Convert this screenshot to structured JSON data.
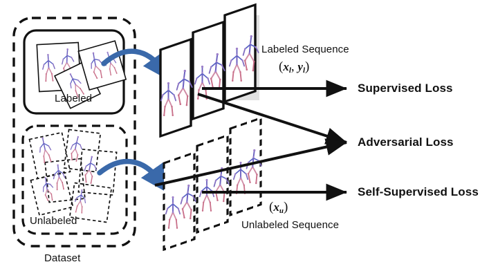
{
  "figure": {
    "kind": "semi-supervised-training-diagram",
    "background": "#ffffff"
  },
  "colors": {
    "stroke": "#111111",
    "arrow_blue": "#3a69aa",
    "skeleton_blue": "#5b5fc0",
    "skeleton_purple": "#8a6bbf",
    "skeleton_pink": "#d98ba8",
    "skeleton_red": "#c25a6a",
    "panel_fill": "#ffffff",
    "shadow": "#b5b5b5"
  },
  "dataset": {
    "outer_label": "Dataset",
    "labeled_label": "Labeled",
    "unlabeled_label": "Unlabeled",
    "labeled_card_count": 3,
    "unlabeled_card_count": 6
  },
  "sequences": {
    "labeled": {
      "caption": "Labeled Sequence",
      "notation_open": "(",
      "notation_x": "x",
      "notation_x_sub": "l",
      "notation_comma": ", ",
      "notation_y": "y",
      "notation_y_sub": "l",
      "notation_close": ")",
      "frame_count": 3,
      "border_style": "solid"
    },
    "unlabeled": {
      "caption": "Unlabeled Sequence",
      "notation_open": "(",
      "notation_x": "x",
      "notation_x_sub": "u",
      "notation_close": ")",
      "frame_count": 3,
      "border_style": "dashed"
    }
  },
  "losses": [
    {
      "id": "supervised",
      "label": "Supervised Loss"
    },
    {
      "id": "adversarial",
      "label": "Adversarial Loss"
    },
    {
      "id": "self-supervised",
      "label": "Self-Supervised Loss"
    }
  ],
  "arrows": {
    "blue_curved_count": 2,
    "black_straight_count": 4,
    "description": "two blue curved arrows from dataset groups to sequence stacks; straight black arrows to the three loss terms"
  }
}
